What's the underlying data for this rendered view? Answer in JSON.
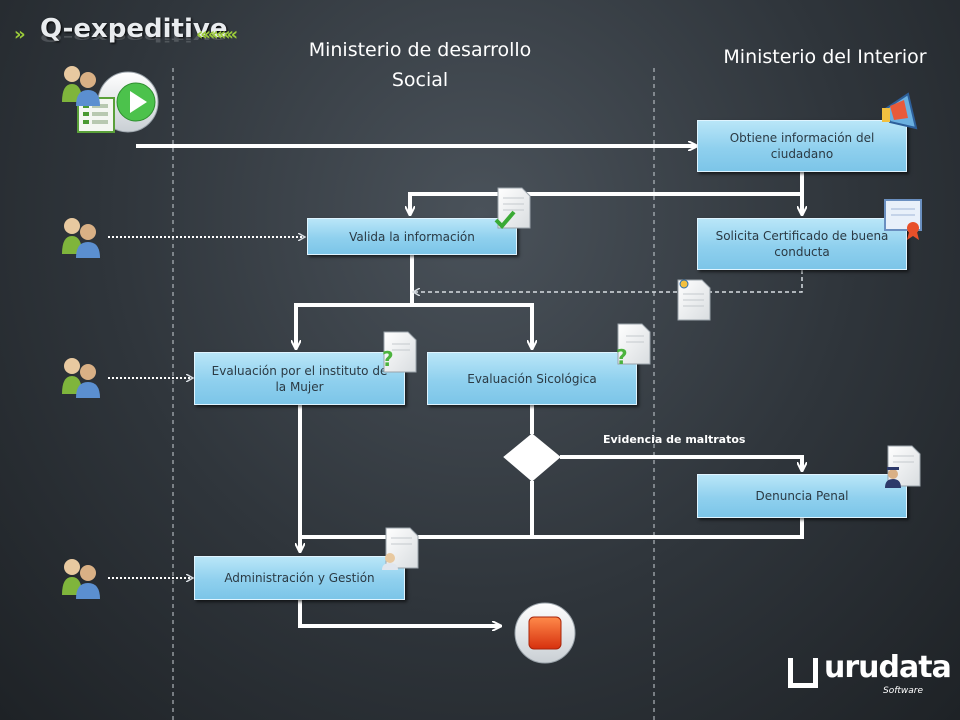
{
  "brand": {
    "name": "Q-expeditive"
  },
  "lanes": {
    "lane2_title": "Ministerio de desarrollo Social",
    "lane3_title": "Ministerio del Interior"
  },
  "nodes": {
    "obtiene": "Obtiene información del ciudadano",
    "valida": "Valida la información",
    "solicita": "Solicita Certificado de buena conducta",
    "eval_mujer": "Evaluación por el instituto de la Mujer",
    "eval_sico": "Evaluación Sicológica",
    "denuncia": "Denuncia Penal",
    "admin": "Administración y Gestión"
  },
  "edge_labels": {
    "evidencia": "Evidencia de maltratos"
  },
  "logo": {
    "name": "urudata",
    "sub": "Software"
  },
  "colors": {
    "box": "#8fd0ee",
    "start": "#4cc24c",
    "stop": "#e8431c",
    "check": "#3aaa35",
    "question": "#4cb33e",
    "arrow": "#ffffff"
  }
}
